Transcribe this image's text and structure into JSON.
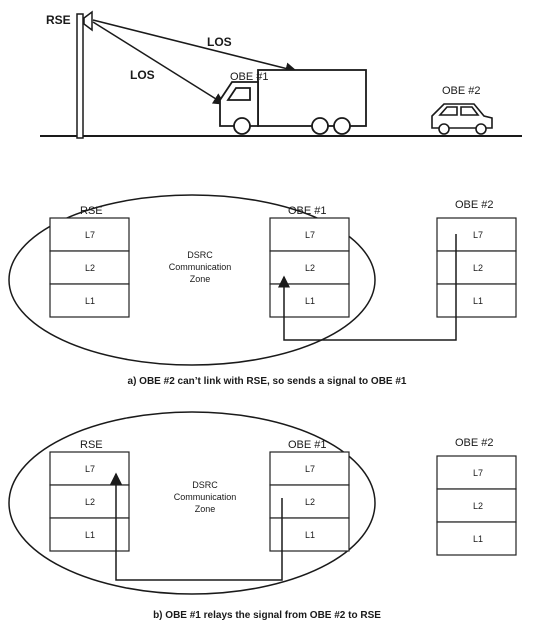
{
  "top_scene": {
    "rse_label": "RSE",
    "los_label_1": "LOS",
    "los_label_2": "LOS",
    "obe1_label": "OBE #1",
    "obe2_label": "OBE #2"
  },
  "diagram_a": {
    "rse_title": "RSE",
    "obe1_title": "OBE #1",
    "obe2_title": "OBE #2",
    "layers": [
      "L7",
      "L2",
      "L1"
    ],
    "zone_text": [
      "DSRC",
      "Communication",
      "Zone"
    ],
    "caption": "a) OBE #2 can’t link with RSE, so sends a signal to OBE #1"
  },
  "diagram_b": {
    "rse_title": "RSE",
    "obe1_title": "OBE #1",
    "obe2_title": "OBE #2",
    "layers": [
      "L7",
      "L2",
      "L1"
    ],
    "zone_text": [
      "DSRC",
      "Communication",
      "Zone"
    ],
    "caption": "b) OBE #1 relays the signal from OBE #2 to RSE"
  }
}
